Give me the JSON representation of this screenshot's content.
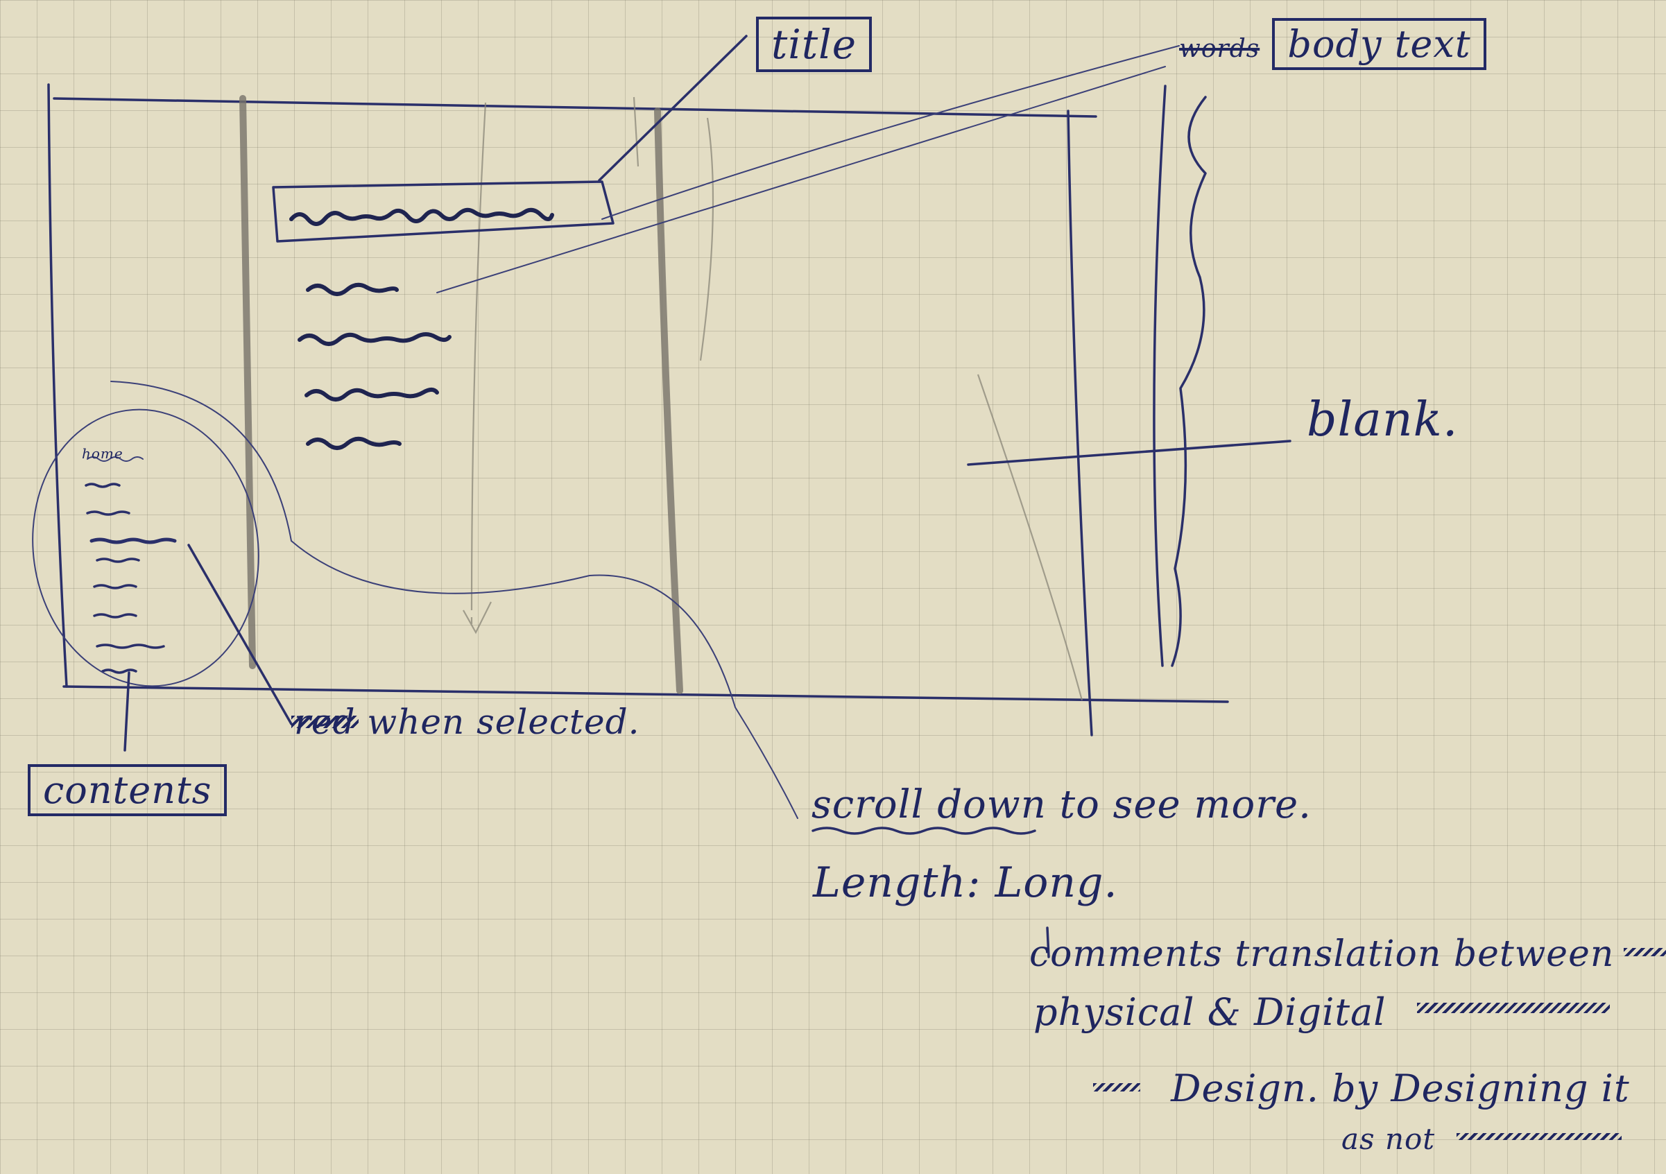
{
  "annotations": {
    "title_label": "title",
    "body_label": "body text",
    "body_struck": "words",
    "blank_label": "blank.",
    "contents_label": "contents",
    "selected_prefix": "red",
    "selected_rest": "when selected.",
    "scroll_word": "scroll down",
    "scroll_rest": "to see more.",
    "length_note": "Length: Long.",
    "comment_line1": "comments translation between",
    "comment_line2": "physical & Digital",
    "comment_line3": "Design. by Designing it",
    "comment_line4": "as not"
  },
  "contents_menu": [
    "home",
    "",
    "",
    "",
    "",
    "",
    "",
    "",
    "",
    ""
  ],
  "colors": {
    "paper": "#e3ddc4",
    "ink": "#232a66",
    "pencil": "#77736a"
  }
}
